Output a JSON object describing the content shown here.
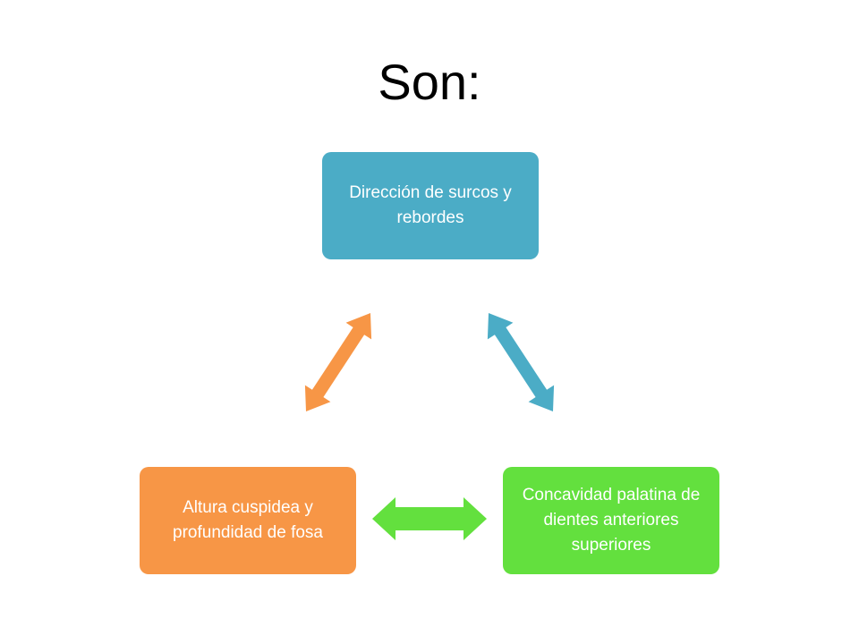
{
  "title": "Son:",
  "nodes": {
    "top": {
      "label": "Dirección de surcos y rebordes",
      "color": "#4bacc6"
    },
    "right": {
      "label": "Concavidad palatina de dientes anteriores superiores",
      "color": "#63e03e"
    },
    "left": {
      "label": "Altura cuspidea y profundidad de fosa",
      "color": "#f79646"
    }
  },
  "arrows": {
    "left_top": {
      "color": "#f79646"
    },
    "top_right": {
      "color": "#4bacc6"
    },
    "left_right": {
      "color": "#63e03e"
    }
  }
}
